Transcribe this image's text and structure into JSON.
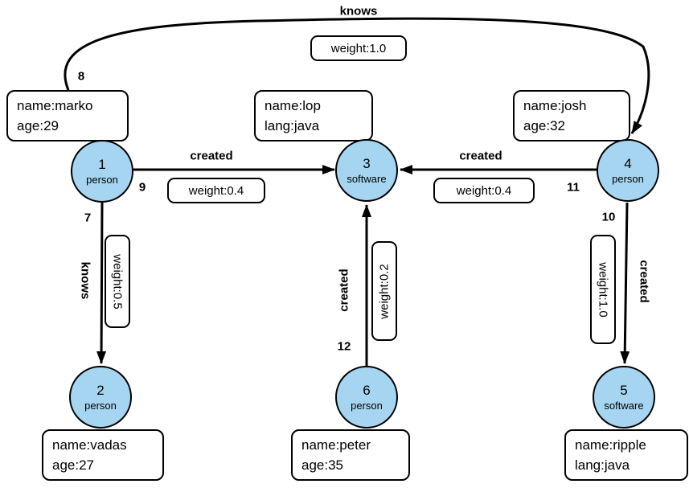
{
  "graph": {
    "vertices": [
      {
        "id": "1",
        "label": "person",
        "properties": [
          "name:marko",
          "age:29"
        ]
      },
      {
        "id": "2",
        "label": "person",
        "properties": [
          "name:vadas",
          "age:27"
        ]
      },
      {
        "id": "3",
        "label": "software",
        "properties": [
          "name:lop",
          "lang:java"
        ]
      },
      {
        "id": "4",
        "label": "person",
        "properties": [
          "name:josh",
          "age:32"
        ]
      },
      {
        "id": "5",
        "label": "software",
        "properties": [
          "name:ripple",
          "lang:java"
        ]
      },
      {
        "id": "6",
        "label": "person",
        "properties": [
          "name:peter",
          "age:35"
        ]
      }
    ],
    "edges": [
      {
        "id": "7",
        "label": "knows",
        "weight": "weight:0.5"
      },
      {
        "id": "8",
        "label": "knows",
        "weight": "weight:1.0"
      },
      {
        "id": "9",
        "label": "created",
        "weight": "weight:0.4"
      },
      {
        "id": "10",
        "label": "created",
        "weight": "weight:1.0"
      },
      {
        "id": "11",
        "label": "created",
        "weight": "weight:0.4"
      },
      {
        "id": "12",
        "label": "created",
        "weight": "weight:0.2"
      }
    ],
    "colors": {
      "vertex_fill": "#A5D5F0",
      "outline": "#000000",
      "background": "#FFFFFF"
    }
  }
}
